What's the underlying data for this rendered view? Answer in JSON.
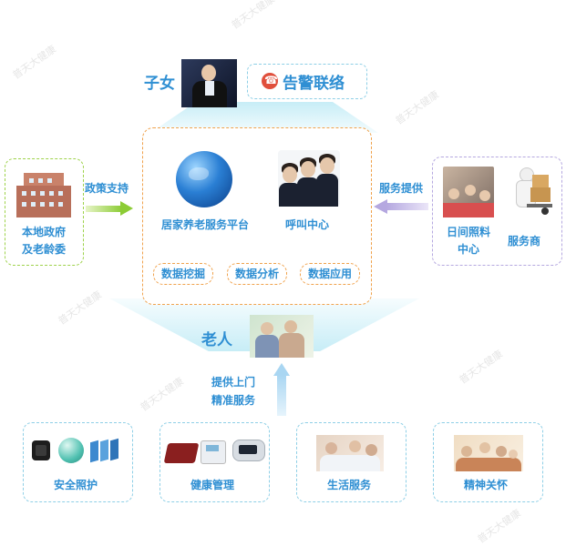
{
  "watermark": "普天大健康",
  "top": {
    "children_label": "子女",
    "alarm_label": "告警联络"
  },
  "center": {
    "platform_label": "居家养老服务平台",
    "callcenter_label": "呼叫中心",
    "pills": [
      "数据挖掘",
      "数据分析",
      "数据应用"
    ]
  },
  "left": {
    "policy_label": "政策支持",
    "gov_label_line1": "本地政府",
    "gov_label_line2": "及老龄委"
  },
  "right": {
    "service_label": "服务提供",
    "daycare_line1": "日间照料",
    "daycare_line2": "中心",
    "provider_label": "服务商"
  },
  "elderly": {
    "label": "老人",
    "doorstep_line1": "提供上门",
    "doorstep_line2": "精准服务"
  },
  "services": [
    "安全照护",
    "健康管理",
    "生活服务",
    "精神关怀"
  ],
  "colors": {
    "label_blue": "#2f8fd3",
    "center_border": "#f0a24c",
    "left_border": "#9ed24a",
    "right_border": "#b5a8e0",
    "service_border": "#8ecfe6"
  }
}
